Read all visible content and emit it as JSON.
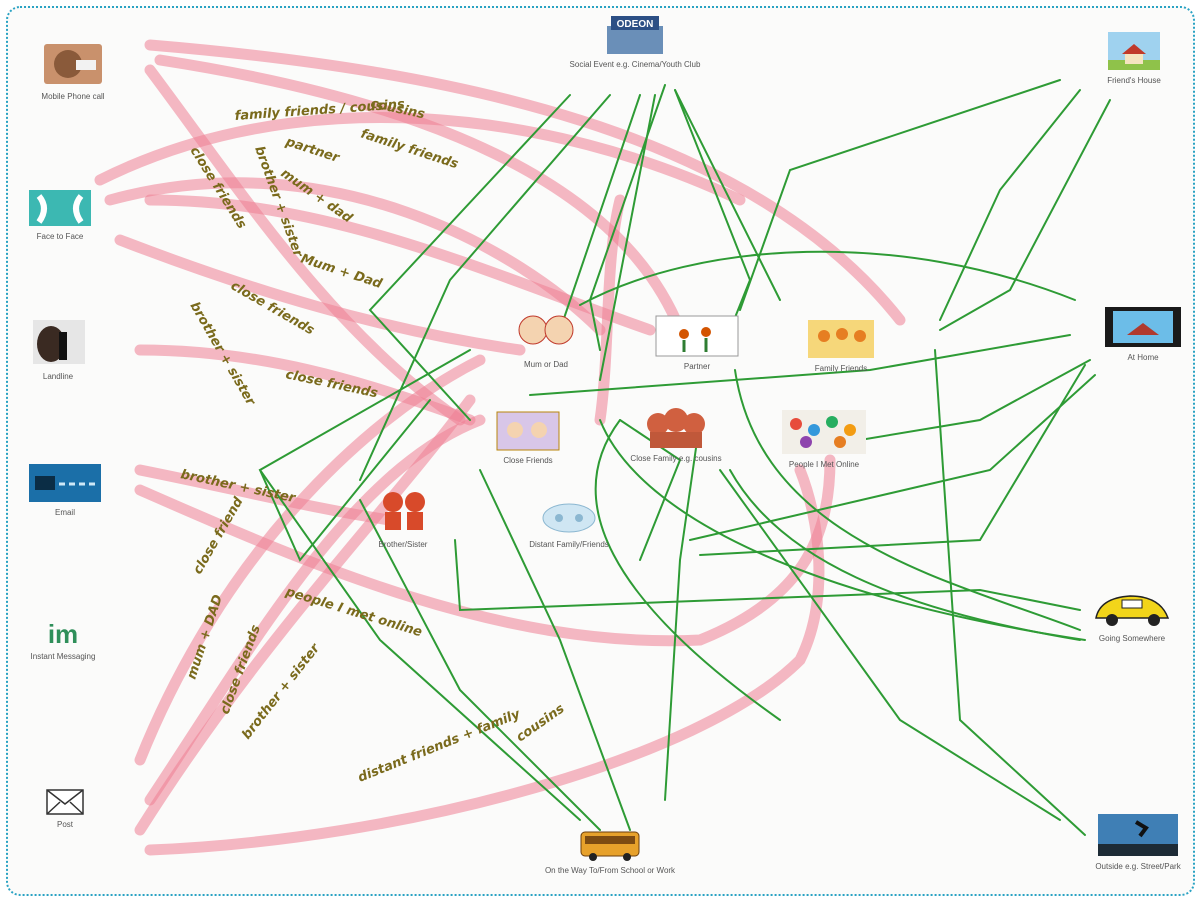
{
  "nodes": {
    "mobile": "Mobile Phone call",
    "face": "Face to Face",
    "landline": "Landline",
    "email": "Email",
    "im_logo": "im",
    "im": "Instant Messaging",
    "post": "Post",
    "odeon_logo": "ODEON",
    "social": "Social Event e.g. Cinema/Youth Club",
    "friends_house": "Friend's House",
    "at_home": "At Home",
    "going": "Going Somewhere",
    "outside": "Outside e.g. Street/Park",
    "on_way": "On the Way To/From School or Work",
    "mum_dad": "Mum or Dad",
    "partner": "Partner",
    "family_friends": "Family Friends",
    "close_friends": "Close Friends",
    "close_family": "Close Family e.g. cousins",
    "people_online": "People I Met Online",
    "brother_sister": "Brother/Sister",
    "distant": "Distant Family/Friends"
  },
  "handwriting": [
    "cousins",
    "family friends / cousins",
    "partner",
    "family friends",
    "brother + sister",
    "close friends",
    "mum + dad",
    "Mum + Dad",
    "close friends",
    "brother + sister",
    "close friends",
    "brother + sister",
    "close friend",
    "mum + DAD",
    "close friends",
    "brother + sister",
    "people I met online",
    "distant friends + family",
    "cousins"
  ],
  "colors": {
    "border": "#2aa3c4",
    "pink_marker": "#ee7f93",
    "green_line": "#2e9b35",
    "handwriting": "#7a6a1c"
  }
}
